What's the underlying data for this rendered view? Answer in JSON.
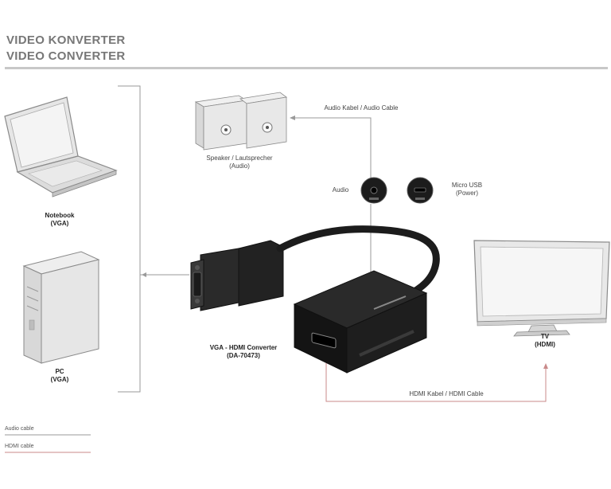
{
  "title": {
    "line1": "VIDEO KONVERTER",
    "line2": "VIDEO CONVERTER"
  },
  "devices": {
    "notebook": {
      "line1": "Notebook",
      "line2": "(VGA)"
    },
    "pc": {
      "line1": "PC",
      "line2": "(VGA)"
    },
    "speakers": {
      "line1": "Speaker / Lautsprecher",
      "line2": "(Audio)"
    },
    "tv": {
      "line1": "TV",
      "line2": "(HDMI)"
    },
    "converter": {
      "line1": "VGA - HDMI Converter",
      "line2": "(DA-70473)"
    }
  },
  "ports": {
    "audio": {
      "label": "Audio"
    },
    "micro_usb": {
      "line1": "Micro USB",
      "line2": "(Power)"
    }
  },
  "cables": {
    "audio": "Audio Kabel / Audio Cable",
    "hdmi": "HDMI Kabel / HDMI Cable"
  },
  "legend": {
    "audio": "Audio cable",
    "hdmi": "HDMI cable"
  },
  "colors": {
    "audio_line": "#9a9a9a",
    "hdmi_line": "#c98a8a",
    "device_fill": "#e6e6e6",
    "device_stroke": "#8a8a8a",
    "adapter": "#1c1c1c"
  }
}
